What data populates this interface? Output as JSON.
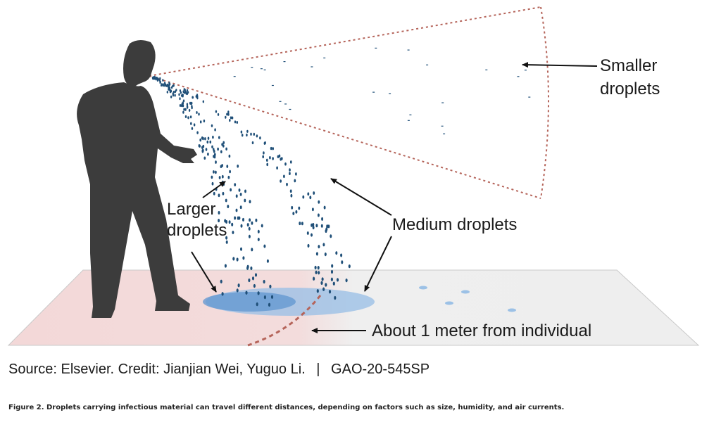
{
  "labels": {
    "smaller_line1": "Smaller",
    "smaller_line2": "droplets",
    "larger_line1": "Larger",
    "larger_line2": "droplets",
    "medium": "Medium droplets",
    "distance": "About 1 meter from individual"
  },
  "source": {
    "text": "Source: Elsevier. Credit: Jianjian Wei, Yuguo Li.",
    "separator": "|",
    "report_id": "GAO-20-545SP"
  },
  "caption": "Figure 2. Droplets carrying infectious material can travel different distances, depending on factors such as size, humidity, and air currents.",
  "colors": {
    "floor_near": "#f3d8d8",
    "floor_far": "#eeeeee",
    "silhouette": "#3c3c3c",
    "cone_dots": "#b5645a",
    "droplet": "#1f4f78",
    "puddle": "#6fa3d8"
  },
  "icons": [
    "person-silhouette-icon"
  ]
}
